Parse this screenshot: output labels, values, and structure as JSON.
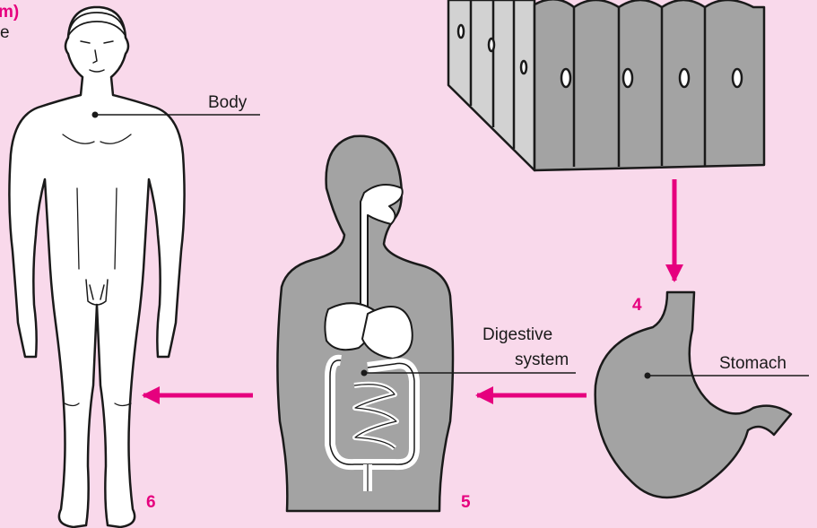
{
  "colors": {
    "background": "#f9d9eb",
    "accent": "#e6007e",
    "organ_fill": "#a3a3a3",
    "outline": "#1a1a1a"
  },
  "top_left": {
    "title_fragment": "m)",
    "text_fragment": "e"
  },
  "labels": {
    "body": "Body",
    "digestive_line1": "Digestive",
    "digestive_line2": "system",
    "stomach": "Stomach"
  },
  "steps": {
    "stomach_number": "4",
    "digestive_number": "5",
    "body_number": "6"
  },
  "icons": [
    "tissue-cells-icon",
    "stomach-icon",
    "digestive-system-icon",
    "human-body-icon",
    "arrow-down-icon",
    "arrow-left-icon"
  ]
}
